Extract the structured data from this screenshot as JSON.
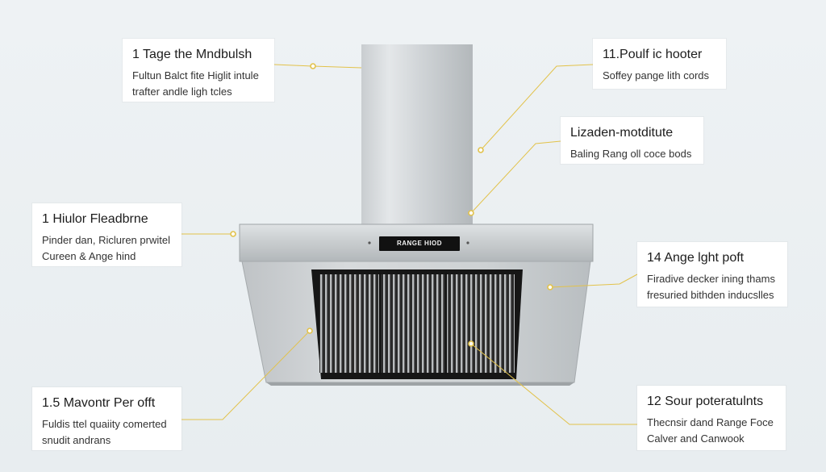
{
  "hood": {
    "display_label": "RANGE HIOD"
  },
  "callouts": [
    {
      "id": "top-left",
      "title": "1 Tage the Mndbulsh",
      "lines": [
        "Fultun Balct fite Higlit intule",
        "trafter andle ligh tcles"
      ]
    },
    {
      "id": "top-right",
      "title": "11.Poulf ic hooter",
      "lines": [
        "Soffey pange lith cords"
      ]
    },
    {
      "id": "upper-right",
      "title": "Lizaden-motditute",
      "lines": [
        "Baling Rang oll coce bods"
      ]
    },
    {
      "id": "mid-left",
      "title": "1 Hiulor Fleadbrne",
      "lines": [
        "Pinder dan, Ricluren prwitel",
        "Cureen & Ange hind"
      ]
    },
    {
      "id": "mid-right",
      "title": "14 Ange lght poft",
      "lines": [
        "Firadive decker ining thams",
        "fresuried bithden inducslles"
      ]
    },
    {
      "id": "bottom-left",
      "title": "1.5 Mavontr Per offt",
      "lines": [
        "Fuldis ttel quaiity comerted",
        "snudit andrans"
      ]
    },
    {
      "id": "bottom-right",
      "title": "12 Sour poteratulnts",
      "lines": [
        "Thecnsir dand Range Foce",
        "Calver and Canwook"
      ]
    }
  ],
  "colors": {
    "leader": "#e2c24a",
    "steel_light": "#d4d8da",
    "steel_dark": "#a6abae",
    "filter_dark": "#1b1b1b"
  }
}
